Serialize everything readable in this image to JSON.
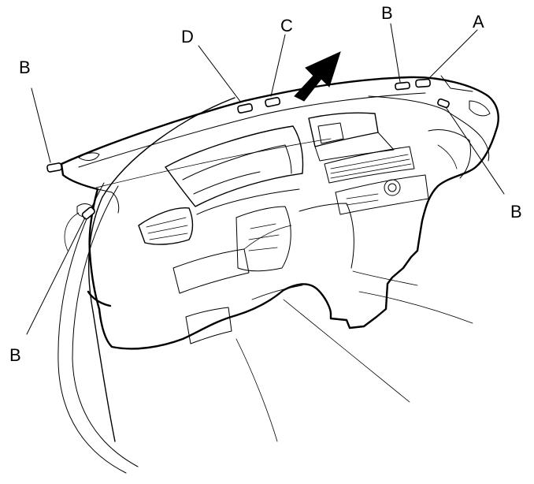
{
  "diagram": {
    "callouts": {
      "b_left": "B",
      "d": "D",
      "c": "C",
      "b_top": "B",
      "a": "A",
      "b_right": "B",
      "b_bottom": "B"
    }
  }
}
